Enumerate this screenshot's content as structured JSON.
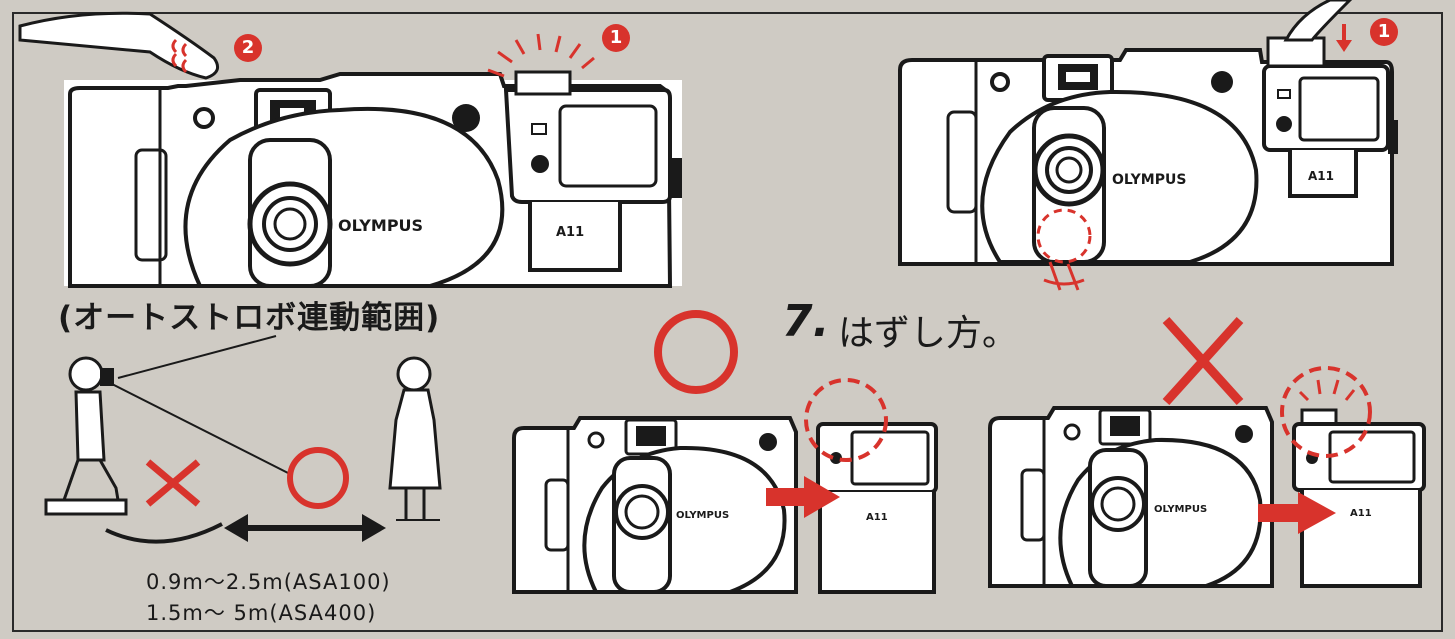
{
  "range": {
    "title": "(オートストロボ連動範囲)",
    "asa100": "0.9m〜2.5m(ASA100)",
    "asa400": "1.5m〜  5m(ASA400)"
  },
  "section": {
    "number": "7.",
    "title": "はずし方。"
  },
  "steps": {
    "step1": "1",
    "step2": "2"
  },
  "brand": "OLYMPUS",
  "flash_model": "A11",
  "colors": {
    "accent": "#d8332c",
    "ink": "#1a1a1a",
    "paper": "#cfcbc4"
  },
  "icons": {
    "ok": "circle-ok-icon",
    "ng": "cross-ng-icon",
    "arrow": "right-arrow-icon"
  }
}
